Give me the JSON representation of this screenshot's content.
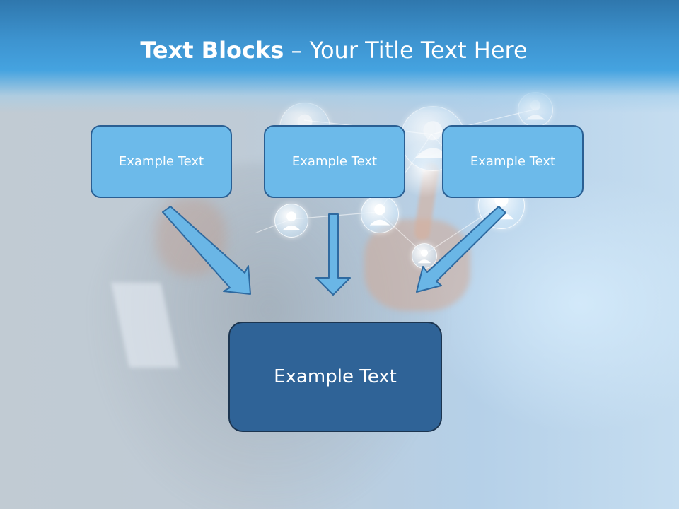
{
  "slide": {
    "title_bold": "Text Blocks",
    "title_dash": " – ",
    "title_rest": "Your Title Text Here"
  },
  "top_boxes": [
    {
      "label": "Example Text"
    },
    {
      "label": "Example Text"
    },
    {
      "label": "Example Text"
    }
  ],
  "bottom_box": {
    "label": "Example Text"
  },
  "colors": {
    "header_blue": "#45a3e0",
    "light_box_fill": "#6cbaea",
    "dark_box_fill": "#2f6397",
    "box_border": "#2a5f93",
    "arrow_fill": "#6ab6e6"
  }
}
